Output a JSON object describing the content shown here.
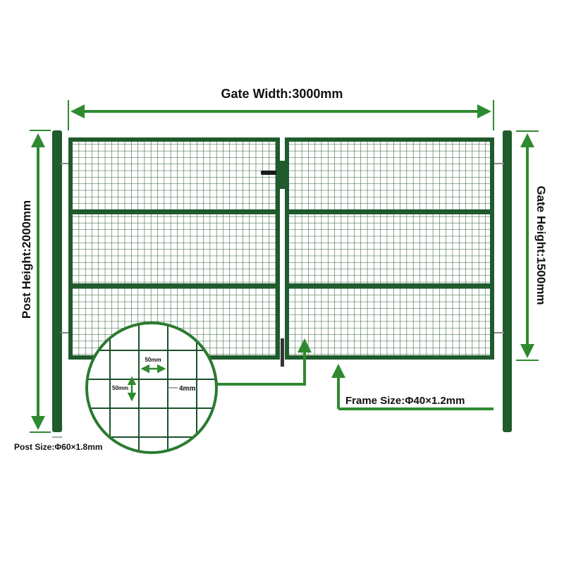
{
  "labels": {
    "gate_width": "Gate Width:3000mm",
    "post_height": "Post Height:2000mm",
    "gate_height": "Gate Height:1500mm",
    "frame_size": "Frame Size:Φ40×1.2mm",
    "post_size": "Post Size:Φ60×1.8mm",
    "mesh_width": "50mm",
    "mesh_height": "50mm",
    "wire_diameter": "4mm"
  },
  "colors": {
    "frame": "#1f5b2c",
    "arrow": "#2f8a2f",
    "mesh": "#2b5a36"
  }
}
